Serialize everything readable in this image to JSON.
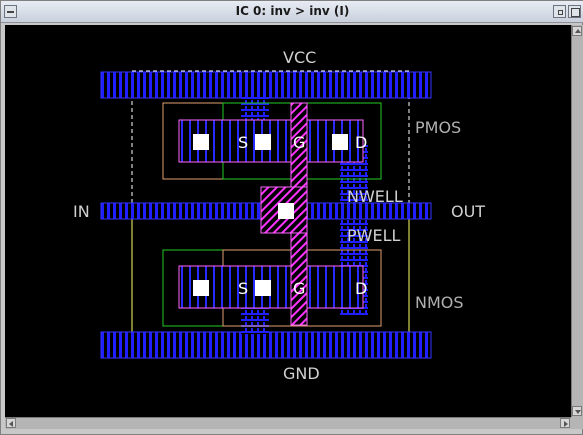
{
  "window": {
    "title": "IC 0:   inv > inv  (I)"
  },
  "layout": {
    "labels": {
      "vcc": "VCC",
      "gnd": "GND",
      "in": "IN",
      "out": "OUT",
      "pmos": "PMOS",
      "nmos": "NMOS",
      "nwell": "NWELL",
      "pwell": "PWELL",
      "pmos_source": "S",
      "pmos_gate": "G",
      "pmos_drain": "D",
      "nmos_source": "S",
      "nmos_gate": "G",
      "nmos_drain": "D"
    }
  },
  "colors": {
    "canvas": "#000000",
    "metal": "#2020ff",
    "poly": "#ff40ff",
    "diffusion": "#ff66ff",
    "active": "#22cc22",
    "select": "#e0a070",
    "well": "#ffff66",
    "contact": "#ffffff",
    "label": "#d0d0d0"
  }
}
